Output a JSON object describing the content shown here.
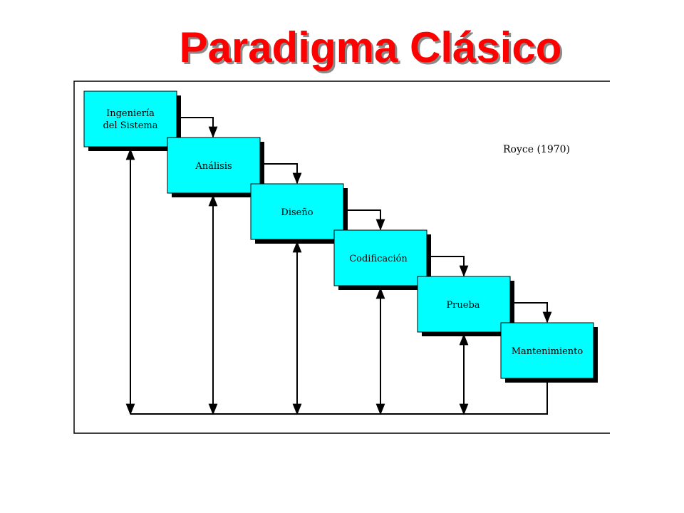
{
  "title": "Paradigma Clásico",
  "citation": "Royce  (1970)",
  "colors": {
    "title": "#ff0000",
    "box_fill": "#00ffff",
    "box_shadow": "#000000",
    "lines": "#000000"
  },
  "phases": [
    {
      "lines": [
        "Ingeniería",
        "del Sistema"
      ]
    },
    {
      "lines": [
        "Análisis"
      ]
    },
    {
      "lines": [
        "Diseño"
      ]
    },
    {
      "lines": [
        "Codificación"
      ]
    },
    {
      "lines": [
        "Prueba"
      ]
    },
    {
      "lines": [
        "Mantenimiento"
      ]
    }
  ]
}
